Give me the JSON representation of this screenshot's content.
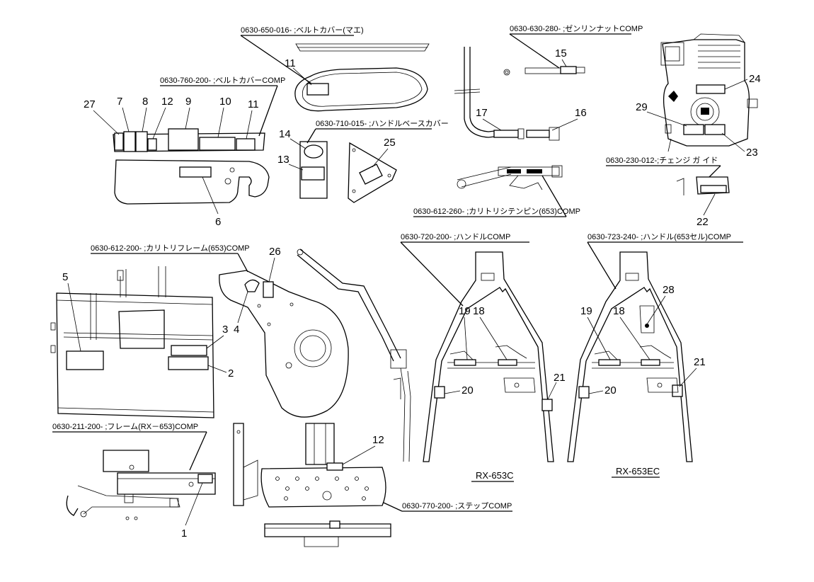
{
  "callouts": {
    "belt_cover_front": "0630-650-016-  ;ベルトカバー(マエ)",
    "belt_cover_comp": "0630-760-200-  ;ベルトカバーCOMP",
    "handle_base_cover": "0630-710-015-  ;ハンドルベースカバー",
    "zenrin_nut": "0630-630-280-  ;ゼンリンナットCOMP",
    "change_guide": "0630-230-012-;チェンジ ガ イド",
    "kariturisiten_pin": "0630-612-260-  ;カリトリシテンピン(653)COMP",
    "kariturifurem": "0630-612-200-  ;カリトリフレーム(653)COMP",
    "handle_comp": "0630-720-200-  ;ハンドルCOMP",
    "handle_653_comp": "0630-723-240-  ;ハンドル(653セル)COMP",
    "frame_comp": "0630-211-200-  ;フレーム(RX－653)COMP",
    "step_comp": "0630-770-200-  ;ステップCOMP"
  },
  "numbers": {
    "n1": "1",
    "n2": "2",
    "n3": "3",
    "n4": "4",
    "n5": "5",
    "n6": "6",
    "n7": "7",
    "n8": "8",
    "n9": "9",
    "n10": "10",
    "n11a": "11",
    "n11b": "11",
    "n12a": "12",
    "n12b": "12",
    "n13": "13",
    "n14": "14",
    "n15": "15",
    "n16": "16",
    "n17": "17",
    "n18a": "18",
    "n18b": "18",
    "n19a": "19",
    "n19b": "19",
    "n20a": "20",
    "n20b": "20",
    "n21a": "21",
    "n21b": "21",
    "n22": "22",
    "n23": "23",
    "n24": "24",
    "n25": "25",
    "n26": "26",
    "n27": "27",
    "n28": "28",
    "n29": "29"
  },
  "models": {
    "rx653c": "RX-653C",
    "rx653ec": "RX-653EC"
  }
}
